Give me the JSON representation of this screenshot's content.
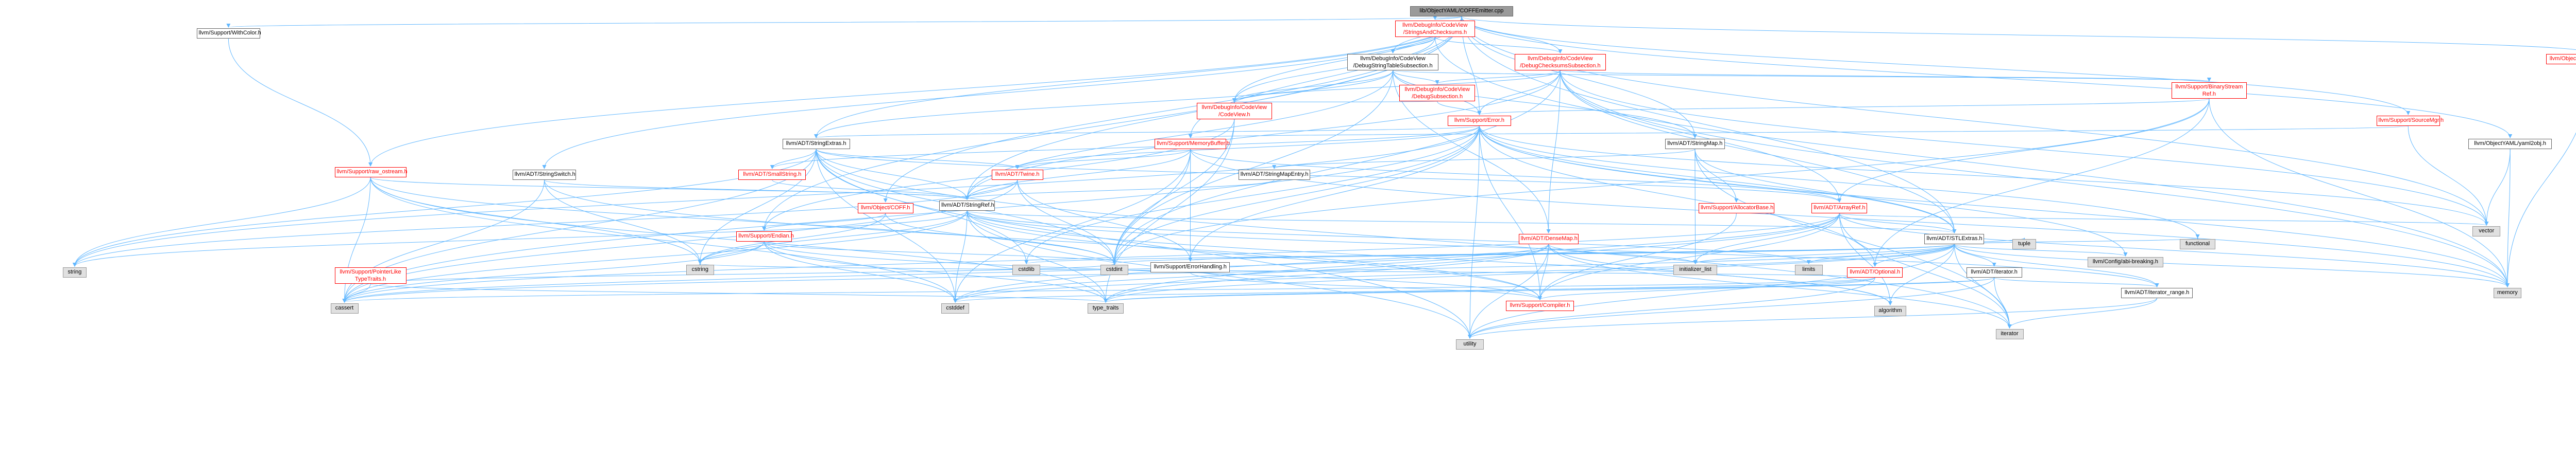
{
  "diagram": {
    "colors": {
      "edge": "#63b8ff",
      "red_node": "#ff0000",
      "root_fill": "#9a9a9a",
      "external_fill": "#e0e0e0"
    },
    "nodes": [
      {
        "id": "root",
        "label": "lib/ObjectYAML/COFFEmitter.cpp",
        "style": "root"
      },
      {
        "id": "withcolor",
        "label": "llvm/Support/WithColor.h",
        "style": "normal"
      },
      {
        "id": "stringsandchecksums",
        "label": "llvm/DebugInfo/CodeView\n/StringsAndChecksums.h",
        "style": "red"
      },
      {
        "id": "dsts",
        "label": "llvm/DebugInfo/CodeView\n/DebugStringTableSubsection.h",
        "style": "normal"
      },
      {
        "id": "dcs",
        "label": "llvm/DebugInfo/CodeView\n/DebugChecksumsSubsection.h",
        "style": "red"
      },
      {
        "id": "debugsubsection",
        "label": "llvm/DebugInfo/CodeView\n/DebugSubsection.h",
        "style": "red"
      },
      {
        "id": "codeview",
        "label": "llvm/DebugInfo/CodeView\n/CodeView.h",
        "style": "red"
      },
      {
        "id": "binarystreamref",
        "label": "llvm/Support/BinaryStream\nRef.h",
        "style": "red"
      },
      {
        "id": "error",
        "label": "llvm/Support/Error.h",
        "style": "red"
      },
      {
        "id": "sourcemgr",
        "label": "llvm/Support/SourceMgr.h",
        "style": "red"
      },
      {
        "id": "objectyaml",
        "label": "llvm/ObjectYAML/ObjectYAML.h",
        "style": "red"
      },
      {
        "id": "yamldump",
        "label": "llvm/ObjectYAML/yaml2obj.h",
        "style": "normal"
      },
      {
        "id": "stringextras",
        "label": "llvm/ADT/StringExtras.h",
        "style": "normal"
      },
      {
        "id": "memorybuffer",
        "label": "llvm/Support/MemoryBuffer.h",
        "style": "red"
      },
      {
        "id": "stringmap",
        "label": "llvm/ADT/StringMap.h",
        "style": "normal"
      },
      {
        "id": "rawostream",
        "label": "llvm/Support/raw_ostream.h",
        "style": "red"
      },
      {
        "id": "stringswitch",
        "label": "llvm/ADT/StringSwitch.h",
        "style": "normal"
      },
      {
        "id": "smallstring",
        "label": "llvm/ADT/SmallString.h",
        "style": "red"
      },
      {
        "id": "twine",
        "label": "llvm/ADT/Twine.h",
        "style": "red"
      },
      {
        "id": "stringmapentry",
        "label": "llvm/ADT/StringMapEntry.h",
        "style": "normal"
      },
      {
        "id": "allocatorbase",
        "label": "llvm/Support/AllocatorBase.h",
        "style": "red"
      },
      {
        "id": "objcoff",
        "label": "llvm/Object/COFF.h",
        "style": "red"
      },
      {
        "id": "stringref",
        "label": "llvm/ADT/StringRef.h",
        "style": "normal"
      },
      {
        "id": "arrayref",
        "label": "llvm/ADT/ArrayRef.h",
        "style": "red"
      },
      {
        "id": "densemap",
        "label": "llvm/ADT/DenseMap.h",
        "style": "red"
      },
      {
        "id": "endian",
        "label": "llvm/Support/Endian.h",
        "style": "red"
      },
      {
        "id": "stlextras",
        "label": "llvm/ADT/STLExtras.h",
        "style": "normal"
      },
      {
        "id": "pointerlike",
        "label": "llvm/Support/PointerLike\nTypeTraits.h",
        "style": "red"
      },
      {
        "id": "errorhandling",
        "label": "llvm/Support/ErrorHandling.h",
        "style": "normal"
      },
      {
        "id": "optional",
        "label": "llvm/ADT/Optional.h",
        "style": "red"
      },
      {
        "id": "iterator",
        "label": "llvm/ADT/iterator.h",
        "style": "normal"
      },
      {
        "id": "iteratorrange",
        "label": "llvm/ADT/iterator_range.h",
        "style": "normal"
      },
      {
        "id": "compiler",
        "label": "llvm/Support/Compiler.h",
        "style": "red"
      },
      {
        "id": "abibreaking",
        "label": "llvm/Config/abi-breaking.h",
        "style": "gray"
      },
      {
        "id": "vector",
        "label": "vector",
        "style": "gray"
      },
      {
        "id": "memory",
        "label": "memory",
        "style": "gray"
      },
      {
        "id": "string",
        "label": "string",
        "style": "gray"
      },
      {
        "id": "cassert",
        "label": "cassert",
        "style": "gray"
      },
      {
        "id": "cstring",
        "label": "cstring",
        "style": "gray"
      },
      {
        "id": "cstddef",
        "label": "cstddef",
        "style": "gray"
      },
      {
        "id": "cstdint",
        "label": "cstdint",
        "style": "gray"
      },
      {
        "id": "cstdlib",
        "label": "cstdlib",
        "style": "gray"
      },
      {
        "id": "type_traits",
        "label": "type_traits",
        "style": "gray"
      },
      {
        "id": "utility",
        "label": "utility",
        "style": "gray"
      },
      {
        "id": "initializer_list",
        "label": "initializer_list",
        "style": "gray"
      },
      {
        "id": "limits",
        "label": "limits",
        "style": "gray"
      },
      {
        "id": "tuple",
        "label": "tuple",
        "style": "gray"
      },
      {
        "id": "functional",
        "label": "functional",
        "style": "gray"
      },
      {
        "id": "algorithm",
        "label": "algorithm",
        "style": "gray"
      },
      {
        "id": "iteratorstd",
        "label": "iterator",
        "style": "gray"
      }
    ],
    "edges": [
      [
        "root",
        "withcolor"
      ],
      [
        "root",
        "stringsandchecksums"
      ],
      [
        "root",
        "dsts"
      ],
      [
        "root",
        "dcs"
      ],
      [
        "root",
        "codeview"
      ],
      [
        "root",
        "objectyaml"
      ],
      [
        "root",
        "sourcemgr"
      ],
      [
        "root",
        "yamldump"
      ],
      [
        "root",
        "stringextras"
      ],
      [
        "root",
        "stringmap"
      ],
      [
        "root",
        "rawostream"
      ],
      [
        "root",
        "stringswitch"
      ],
      [
        "root",
        "stringref"
      ],
      [
        "root",
        "memorybuffer"
      ],
      [
        "root",
        "stlextras"
      ],
      [
        "root",
        "endian"
      ],
      [
        "root",
        "vector"
      ],
      [
        "root",
        "objcoff"
      ],
      [
        "root",
        "error"
      ],
      [
        "withcolor",
        "rawostream"
      ],
      [
        "stringsandchecksums",
        "dsts"
      ],
      [
        "stringsandchecksums",
        "dcs"
      ],
      [
        "stringsandchecksums",
        "codeview"
      ],
      [
        "stringsandchecksums",
        "memory"
      ],
      [
        "dsts",
        "debugsubsection"
      ],
      [
        "dsts",
        "codeview"
      ],
      [
        "dsts",
        "error"
      ],
      [
        "dsts",
        "stringmap"
      ],
      [
        "dsts",
        "stringref"
      ],
      [
        "dsts",
        "binarystreamref"
      ],
      [
        "dsts",
        "densemap"
      ],
      [
        "dsts",
        "cstdint"
      ],
      [
        "dsts",
        "stringextras"
      ],
      [
        "dcs",
        "debugsubsection"
      ],
      [
        "dcs",
        "codeview"
      ],
      [
        "dcs",
        "binarystreamref"
      ],
      [
        "dcs",
        "arrayref"
      ],
      [
        "dcs",
        "densemap"
      ],
      [
        "dcs",
        "error"
      ],
      [
        "dcs",
        "stringref"
      ],
      [
        "dcs",
        "cstdint"
      ],
      [
        "dcs",
        "memory"
      ],
      [
        "dcs",
        "vector"
      ],
      [
        "dcs",
        "stlextras"
      ],
      [
        "debugsubsection",
        "codeview"
      ],
      [
        "debugsubsection",
        "error"
      ],
      [
        "codeview",
        "cstdint"
      ],
      [
        "codeview",
        "type_traits"
      ],
      [
        "codeview",
        "endian"
      ],
      [
        "binarystreamref",
        "error"
      ],
      [
        "binarystreamref",
        "arrayref"
      ],
      [
        "binarystreamref",
        "optional"
      ],
      [
        "binarystreamref",
        "cstdint"
      ],
      [
        "binarystreamref",
        "memory"
      ],
      [
        "error",
        "abibreaking"
      ],
      [
        "error",
        "stlextras"
      ],
      [
        "error",
        "smallstring"
      ],
      [
        "error",
        "twine"
      ],
      [
        "error",
        "errorhandling"
      ],
      [
        "error",
        "compiler"
      ],
      [
        "error",
        "cassert"
      ],
      [
        "error",
        "cstdint"
      ],
      [
        "error",
        "cstdlib"
      ],
      [
        "error",
        "functional"
      ],
      [
        "error",
        "memory"
      ],
      [
        "error",
        "string"
      ],
      [
        "error",
        "utility"
      ],
      [
        "error",
        "vector"
      ],
      [
        "error",
        "optional"
      ],
      [
        "error",
        "stringextras"
      ],
      [
        "sourcemgr",
        "memorybuffer"
      ],
      [
        "sourcemgr",
        "vector"
      ],
      [
        "objectyaml",
        "memory"
      ],
      [
        "yamldump",
        "vector"
      ],
      [
        "yamldump",
        "memory"
      ],
      [
        "stringextras",
        "arrayref"
      ],
      [
        "stringextras",
        "smallstring"
      ],
      [
        "stringextras",
        "stringref"
      ],
      [
        "stringextras",
        "twine"
      ],
      [
        "stringextras",
        "cassert"
      ],
      [
        "stringextras",
        "cstddef"
      ],
      [
        "stringextras",
        "cstdint"
      ],
      [
        "stringextras",
        "cstdlib"
      ],
      [
        "stringextras",
        "cstring"
      ],
      [
        "stringextras",
        "iteratorstd"
      ],
      [
        "stringextras",
        "string"
      ],
      [
        "stringextras",
        "utility"
      ],
      [
        "memorybuffer",
        "twine"
      ],
      [
        "memorybuffer",
        "arrayref"
      ],
      [
        "memorybuffer",
        "stringref"
      ],
      [
        "memorybuffer",
        "errorhandling"
      ],
      [
        "memorybuffer",
        "cstddef"
      ],
      [
        "memorybuffer",
        "cstdint"
      ],
      [
        "memorybuffer",
        "memory"
      ],
      [
        "stringmap",
        "stringmapentry"
      ],
      [
        "stringmap",
        "allocatorbase"
      ],
      [
        "stringmap",
        "stlextras"
      ],
      [
        "stringmap",
        "initializer_list"
      ],
      [
        "stringmap",
        "iteratorstd"
      ],
      [
        "rawostream",
        "stringref"
      ],
      [
        "rawostream",
        "cassert"
      ],
      [
        "rawostream",
        "cstddef"
      ],
      [
        "rawostream",
        "cstdint"
      ],
      [
        "rawostream",
        "cstring"
      ],
      [
        "rawostream",
        "string"
      ],
      [
        "rawostream",
        "type_traits"
      ],
      [
        "stringswitch",
        "stringref"
      ],
      [
        "stringswitch",
        "compiler"
      ],
      [
        "stringswitch",
        "cassert"
      ],
      [
        "stringswitch",
        "cstring"
      ],
      [
        "smallstring",
        "stringref"
      ],
      [
        "twine",
        "stringref"
      ],
      [
        "twine",
        "errorhandling"
      ],
      [
        "twine",
        "cassert"
      ],
      [
        "twine",
        "cstdint"
      ],
      [
        "twine",
        "string"
      ],
      [
        "stringmapentry",
        "stringref"
      ],
      [
        "allocatorbase",
        "compiler"
      ],
      [
        "objcoff",
        "endian"
      ],
      [
        "objcoff",
        "cstdint"
      ],
      [
        "objcoff",
        "cstring"
      ],
      [
        "stringref",
        "stlextras"
      ],
      [
        "stringref",
        "iteratorrange"
      ],
      [
        "stringref",
        "compiler"
      ],
      [
        "stringref",
        "algorithm"
      ],
      [
        "stringref",
        "cassert"
      ],
      [
        "stringref",
        "cstddef"
      ],
      [
        "stringref",
        "cstring"
      ],
      [
        "stringref",
        "limits"
      ],
      [
        "stringref",
        "string"
      ],
      [
        "stringref",
        "type_traits"
      ],
      [
        "stringref",
        "utility"
      ],
      [
        "arrayref",
        "stlextras"
      ],
      [
        "arrayref",
        "compiler"
      ],
      [
        "arrayref",
        "algorithm"
      ],
      [
        "arrayref",
        "array"
      ],
      [
        "arrayref",
        "cassert"
      ],
      [
        "arrayref",
        "cstddef"
      ],
      [
        "arrayref",
        "initializer_list"
      ],
      [
        "arrayref",
        "iteratorstd"
      ],
      [
        "arrayref",
        "memory"
      ],
      [
        "arrayref",
        "type_traits"
      ],
      [
        "arrayref",
        "vector"
      ],
      [
        "densemap",
        "compiler"
      ],
      [
        "densemap",
        "algorithm"
      ],
      [
        "densemap",
        "cassert"
      ],
      [
        "densemap",
        "cstddef"
      ],
      [
        "densemap",
        "initializer_list"
      ],
      [
        "densemap",
        "iteratorstd"
      ],
      [
        "densemap",
        "new"
      ],
      [
        "densemap",
        "type_traits"
      ],
      [
        "densemap",
        "utility"
      ],
      [
        "endian",
        "compiler"
      ],
      [
        "endian",
        "cassert"
      ],
      [
        "endian",
        "cstddef"
      ],
      [
        "endian",
        "cstdint"
      ],
      [
        "endian",
        "cstring"
      ],
      [
        "endian",
        "type_traits"
      ],
      [
        "stlextras",
        "optional"
      ],
      [
        "stlextras",
        "iterator"
      ],
      [
        "stlextras",
        "iteratorrange"
      ],
      [
        "stlextras",
        "abibreaking"
      ],
      [
        "stlextras",
        "errorhandling"
      ],
      [
        "stlextras",
        "algorithm"
      ],
      [
        "stlextras",
        "cassert"
      ],
      [
        "stlextras",
        "cstddef"
      ],
      [
        "stlextras",
        "cstdint"
      ],
      [
        "stlextras",
        "cstdlib"
      ],
      [
        "stlextras",
        "functional"
      ],
      [
        "stlextras",
        "initializer_list"
      ],
      [
        "stlextras",
        "iteratorstd"
      ],
      [
        "stlextras",
        "limits"
      ],
      [
        "stlextras",
        "memory"
      ],
      [
        "stlextras",
        "tuple"
      ],
      [
        "stlextras",
        "type_traits"
      ],
      [
        "stlextras",
        "utility"
      ],
      [
        "pointerlike",
        "cassert"
      ],
      [
        "pointerlike",
        "cstdint"
      ],
      [
        "pointerlike",
        "type_traits"
      ],
      [
        "errorhandling",
        "compiler"
      ],
      [
        "optional",
        "compiler"
      ],
      [
        "optional",
        "cassert"
      ],
      [
        "optional",
        "cstring"
      ],
      [
        "optional",
        "new"
      ],
      [
        "optional",
        "type_traits"
      ],
      [
        "optional",
        "utility"
      ],
      [
        "iterator",
        "iteratorrange"
      ],
      [
        "iterator",
        "cstddef"
      ],
      [
        "iterator",
        "iteratorstd"
      ],
      [
        "iterator",
        "type_traits"
      ],
      [
        "iterator",
        "utility"
      ],
      [
        "iteratorrange",
        "iteratorstd"
      ],
      [
        "iteratorrange",
        "utility"
      ]
    ]
  }
}
